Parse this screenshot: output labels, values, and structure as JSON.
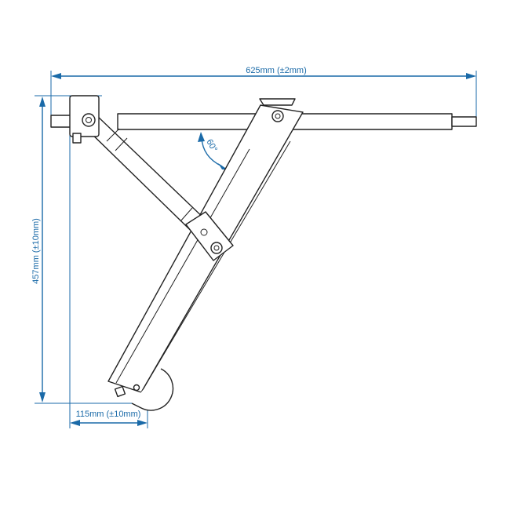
{
  "dimensions": {
    "width_label": "625mm (±2mm)",
    "height_label": "457mm (±10mm)",
    "offset_label": "115mm (±10mm)",
    "angle_label": "60°"
  },
  "colors": {
    "dimension": "#1a6aa8",
    "outline": "#222222"
  }
}
